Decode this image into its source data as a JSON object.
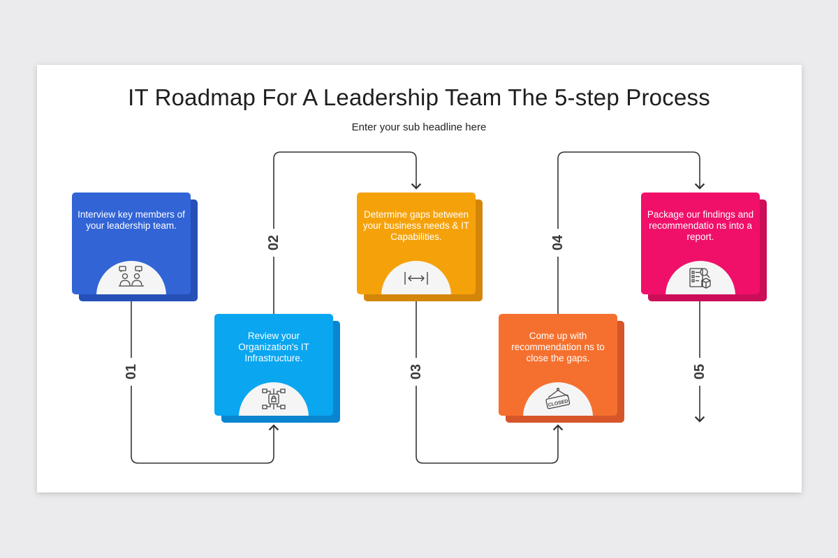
{
  "title": "IT Roadmap For A Leadership Team The 5-step Process",
  "subtitle": "Enter your sub headline here",
  "steps": [
    {
      "number": "01",
      "text": "Interview key members of your leadership team.",
      "color": "#3264d6",
      "shadow": "#2550b8",
      "icon": "meeting-icon"
    },
    {
      "number": "02",
      "text": "Review your Organization's IT Infrastructure.",
      "color": "#0aa6f0",
      "shadow": "#0a86d0",
      "icon": "network-lock-icon"
    },
    {
      "number": "03",
      "text": "Determine gaps between your business needs & IT Capabilities.",
      "color": "#f5a20a",
      "shadow": "#d4860a",
      "icon": "gap-arrows-icon"
    },
    {
      "number": "04",
      "text": "Come up with recommendation ns to close the gaps.",
      "color": "#f5702e",
      "shadow": "#d6562a",
      "icon": "closed-sign-icon"
    },
    {
      "number": "05",
      "text": "Package our findings and recommendatio ns into a report.",
      "color": "#f0106a",
      "shadow": "#cc0e58",
      "icon": "report-icon"
    }
  ],
  "closed_sign_text": "CLOSED"
}
